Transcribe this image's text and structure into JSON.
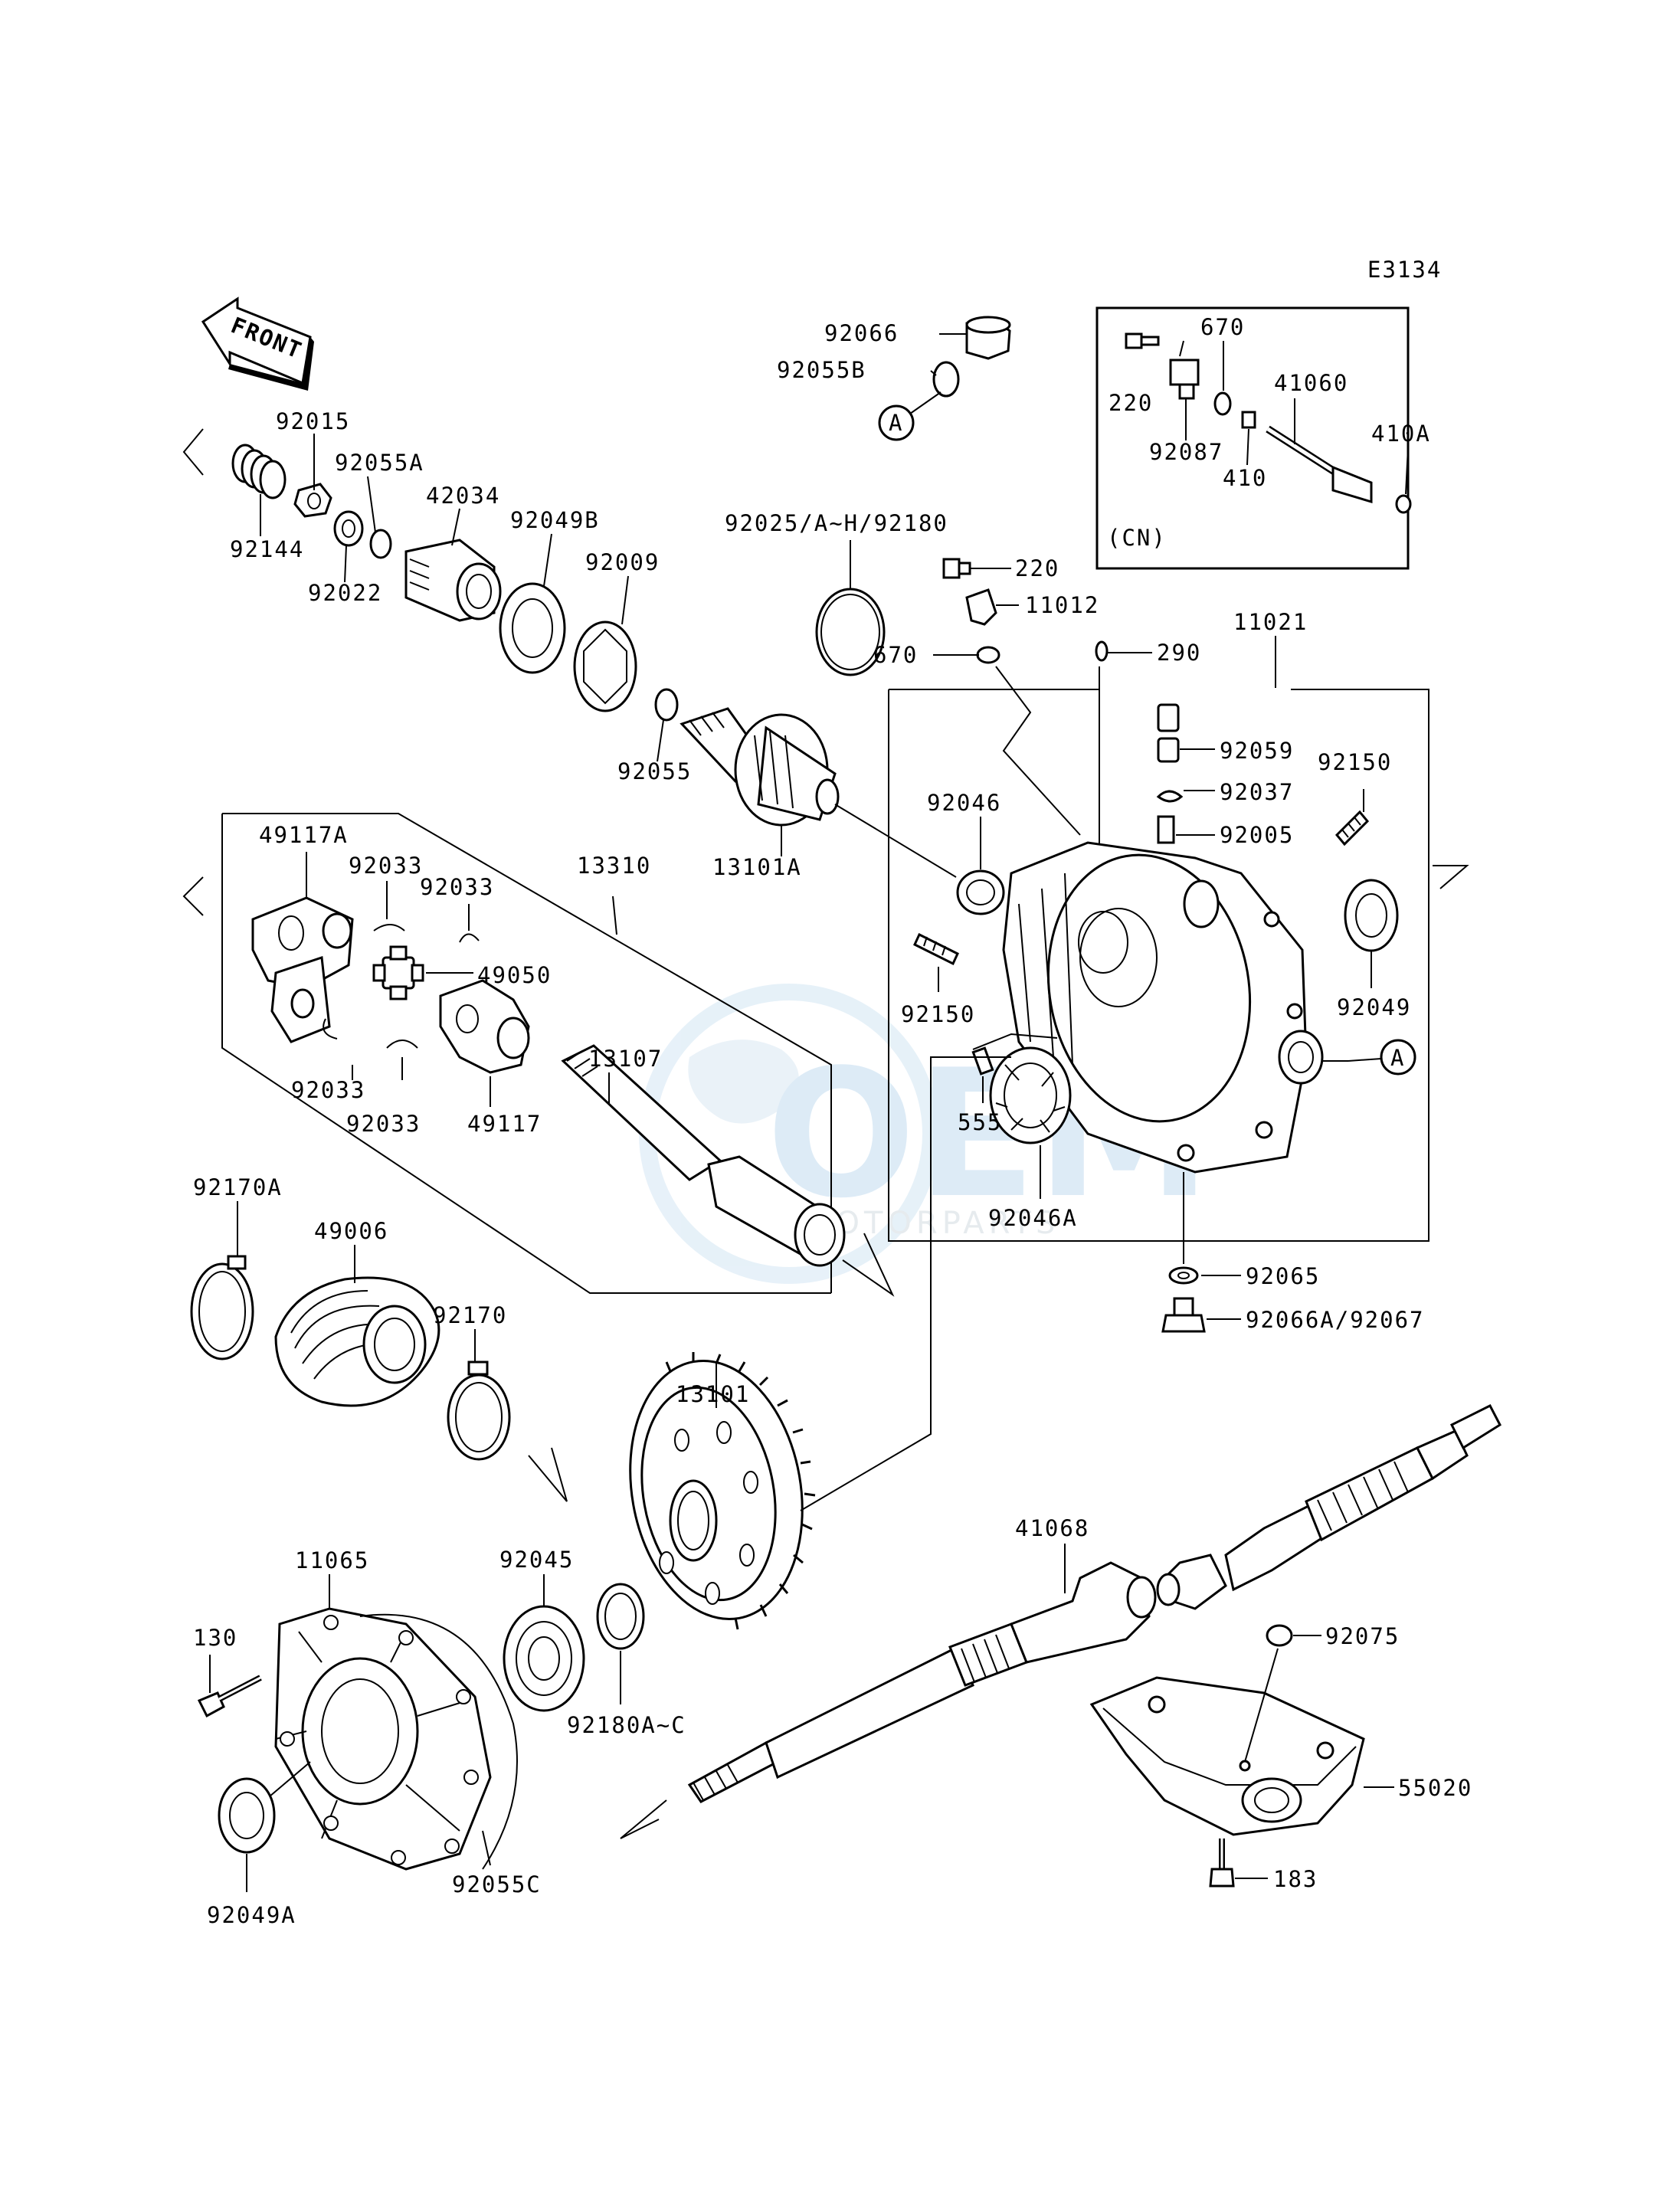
{
  "diagram_code": "E3134",
  "front_label": "FRONT",
  "ref_a": "A",
  "watermark": {
    "main": "OEM",
    "sub": "MOTORPARTS"
  },
  "inset": {
    "label": "(CN)"
  },
  "parts": {
    "p92066": "92066",
    "p92055B": "92055B",
    "p92015": "92015",
    "p92055A": "92055A",
    "p42034": "42034",
    "p92049B": "92049B",
    "p92009": "92009",
    "p92144": "92144",
    "p92022": "92022",
    "p92025": "92025/A~H/92180",
    "p92055": "92055",
    "p13101A": "13101A",
    "p220a": "220",
    "p11012": "11012",
    "p670a": "670",
    "p290": "290",
    "p11021": "11021",
    "p92059": "92059",
    "p92037": "92037",
    "p92005": "92005",
    "p92150a": "92150",
    "p92046": "92046",
    "p92150b": "92150",
    "p92049": "92049",
    "p555": "555",
    "p92046A": "92046A",
    "p92065": "92065",
    "p92066A": "92066A/92067",
    "p49117A": "49117A",
    "p92033a": "92033",
    "p92033b": "92033",
    "p13310": "13310",
    "p49050": "49050",
    "p92033c": "92033",
    "p92033d": "92033",
    "p49117": "49117",
    "p13107": "13107",
    "p92170A": "92170A",
    "p49006": "49006",
    "p92170": "92170",
    "p13101": "13101",
    "p11065": "11065",
    "p92045": "92045",
    "p130": "130",
    "p92180A": "92180A~C",
    "p92049A": "92049A",
    "p92055C": "92055C",
    "p41068": "41068",
    "p92075": "92075",
    "p55020": "55020",
    "p183": "183",
    "p220b": "220",
    "p670b": "670",
    "p41060": "41060",
    "p410A": "410A",
    "p92087": "92087",
    "p410": "410"
  }
}
